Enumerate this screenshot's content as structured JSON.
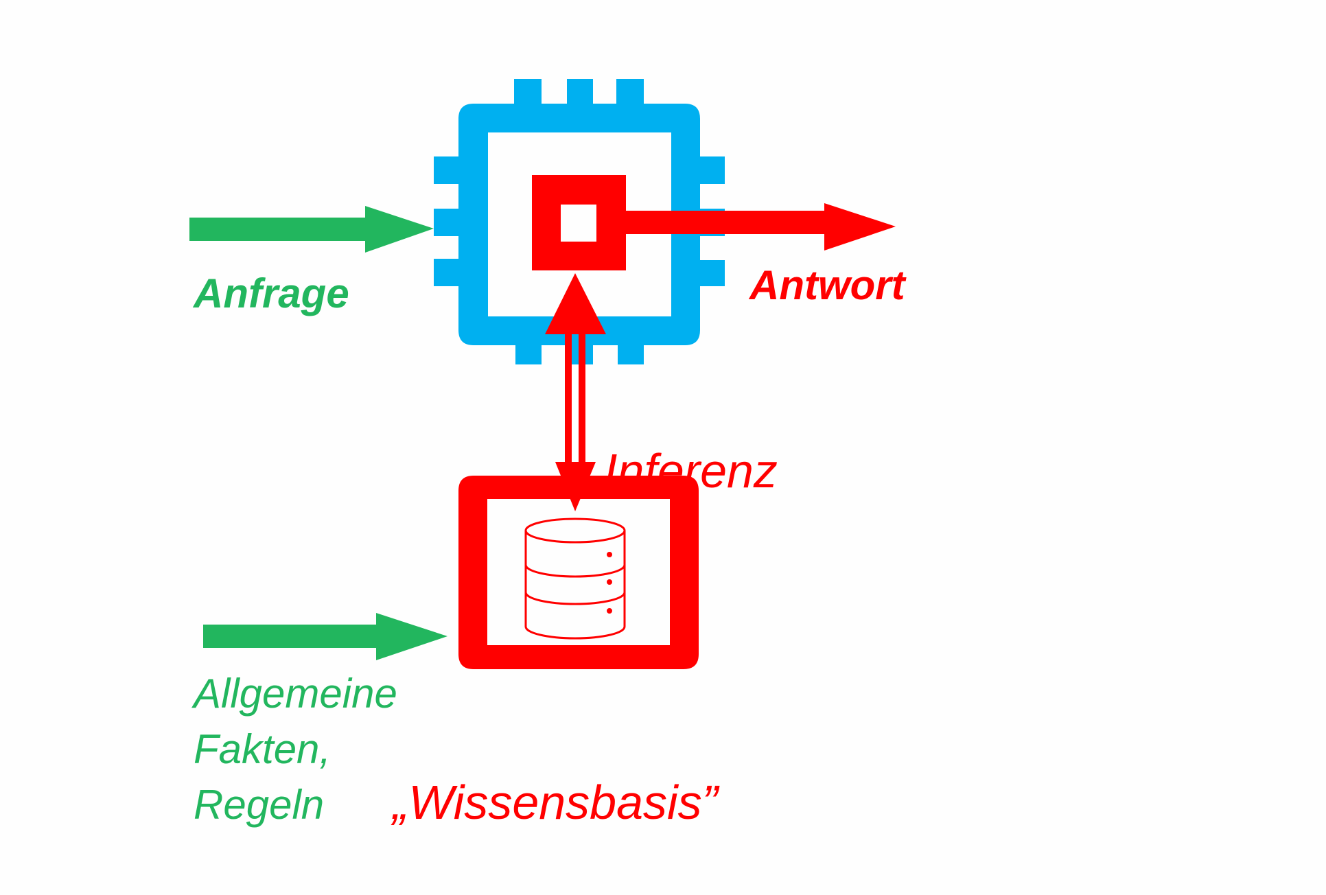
{
  "colors": {
    "chip": "#00B0F0",
    "red": "#FF0000",
    "green": "#22B65E"
  },
  "labels": {
    "query": "Anfrage",
    "answer": "Antwort",
    "inference": "Inferenz",
    "facts_line1": "Allgemeine",
    "facts_line2": "Fakten,",
    "facts_line3": "Regeln",
    "knowledge_base": "„Wissensbasis”"
  },
  "icons": {
    "processor": "cpu-chip-icon",
    "database": "database-icon"
  }
}
